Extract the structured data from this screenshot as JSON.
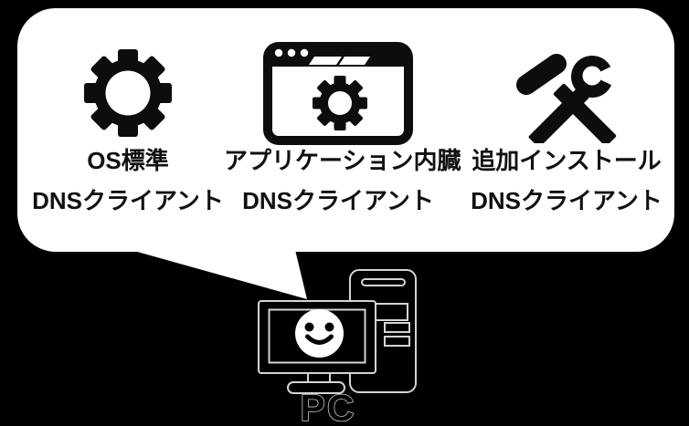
{
  "colors": {
    "background": "#000000",
    "bubble_fill": "#ffffff",
    "icon_ink": "#0d0d0d",
    "text_ink": "#111111",
    "pc_outline": "#d4d4d4"
  },
  "bubble": {
    "items": [
      {
        "icon": "gear-icon",
        "line1": "OS標準",
        "line2": "DNSクライアント"
      },
      {
        "icon": "browser-settings-icon",
        "line1": "アプリケーション内臓",
        "line2": "DNSクライアント"
      },
      {
        "icon": "hammer-wrench-icon",
        "line1": "追加インストール",
        "line2": "DNSクライアント"
      }
    ]
  },
  "pc": {
    "label": "PC"
  }
}
